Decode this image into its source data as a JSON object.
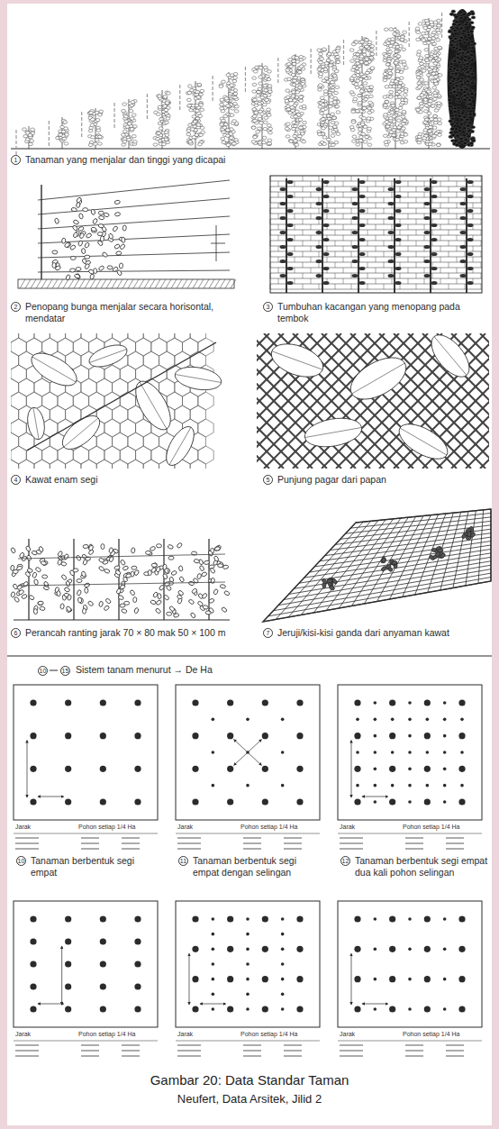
{
  "diagram": {
    "caption": "Gambar 20: Data Standar Taman",
    "labels": [
      "1",
      "Tanaman yang menjalar dan tinggi yang dicapai",
      "2",
      "Penopang bunga menjalar secara horisontal, mendatar",
      "3",
      "Tumbuhan kacangan yang menopang pada tembok",
      "4",
      "Kawat enam segi",
      "5",
      "Punjung pagar dari papan",
      "6",
      "Perancah ranting jarak 70 × 80 mak 50 × 100 m",
      "7",
      "Jeruji/kisi-kisi ganda dari anyaman kawat",
      "10",
      "15",
      "Sistem tanam menurut → De Ha",
      "Jarak",
      "Pohon setiap 1/4 Ha",
      "Jarak",
      "Pohon setiap 1/4 Ha",
      "Jarak",
      "Pohon setiap 1/4 Ha",
      "Jarak",
      "Pohon setiap 1/4 Ha",
      "Jarak",
      "Pohon setiap 1/4 Ha",
      "Jarak",
      "Pohon setiap 1/4 Ha",
      "10",
      "Tanaman berbentuk segi empat",
      "11",
      "Tanaman berbentuk segi empat dengan selingan",
      "12",
      "Tanaman berbentuk segi empat dua kali pohon selingan",
      "Neufert, Data Arsitek, Jilid 2"
    ]
  }
}
